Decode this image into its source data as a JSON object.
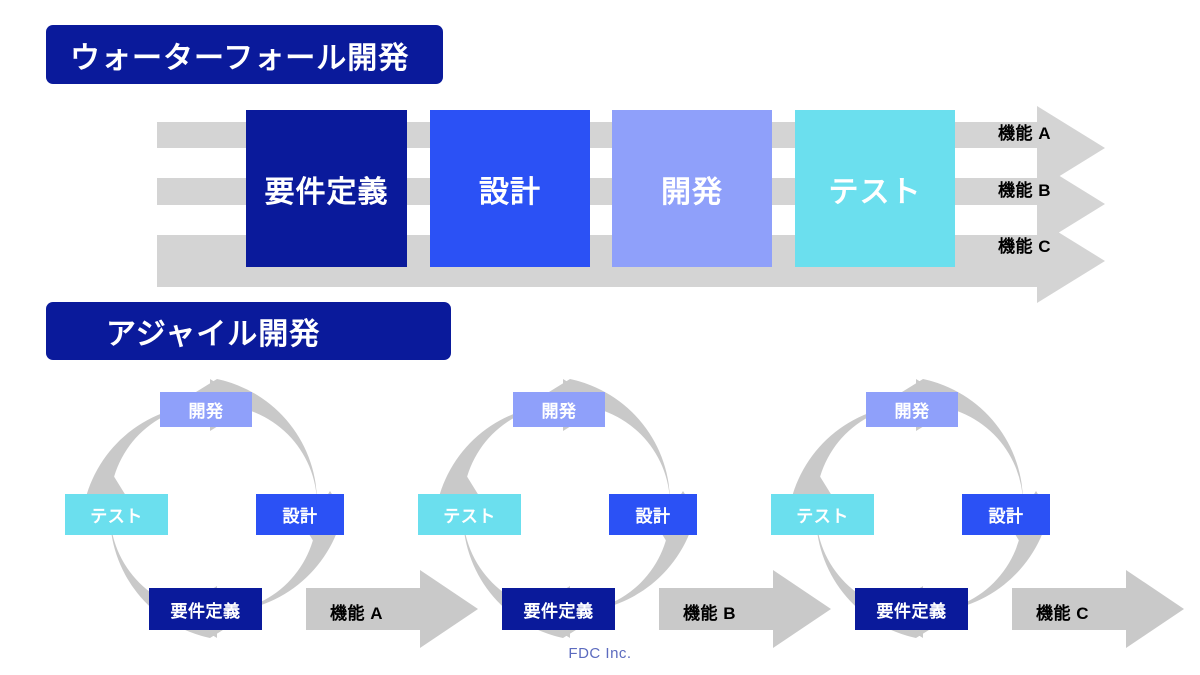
{
  "page": {
    "background": "#ffffff",
    "footer": "FDC Inc."
  },
  "palette": {
    "navy": "#0a1a9b",
    "blue": "#2b51f5",
    "periwinkle": "#8fa0fa",
    "cyan": "#6bdfee",
    "gray": "#d4d4d4",
    "label_text": "#000000",
    "box_text": "#ffffff",
    "footer_text": "#5c6bbf"
  },
  "waterfall": {
    "title": "ウォーターフォール開発",
    "phases": [
      {
        "label": "要件定義",
        "color": "#0a1a9b"
      },
      {
        "label": "設計",
        "color": "#2b51f5"
      },
      {
        "label": "開発",
        "color": "#8fa0fa"
      },
      {
        "label": "テスト",
        "color": "#6bdfee"
      }
    ],
    "features": [
      {
        "label": "機能 A"
      },
      {
        "label": "機能 B"
      },
      {
        "label": "機能 C"
      }
    ]
  },
  "agile": {
    "title": "アジャイル開発",
    "cycles": [
      {
        "stages": [
          {
            "label": "開発",
            "color": "#8fa0fa"
          },
          {
            "label": "設計",
            "color": "#2b51f5"
          },
          {
            "label": "要件定義",
            "color": "#0a1a9b"
          },
          {
            "label": "テスト",
            "color": "#6bdfee"
          }
        ],
        "output": "機能 A"
      },
      {
        "stages": [
          {
            "label": "開発",
            "color": "#8fa0fa"
          },
          {
            "label": "設計",
            "color": "#2b51f5"
          },
          {
            "label": "要件定義",
            "color": "#0a1a9b"
          },
          {
            "label": "テスト",
            "color": "#6bdfee"
          }
        ],
        "output": "機能 B"
      },
      {
        "stages": [
          {
            "label": "開発",
            "color": "#8fa0fa"
          },
          {
            "label": "設計",
            "color": "#2b51f5"
          },
          {
            "label": "要件定義",
            "color": "#0a1a9b"
          },
          {
            "label": "テスト",
            "color": "#6bdfee"
          }
        ],
        "output": "機能 C"
      }
    ]
  }
}
